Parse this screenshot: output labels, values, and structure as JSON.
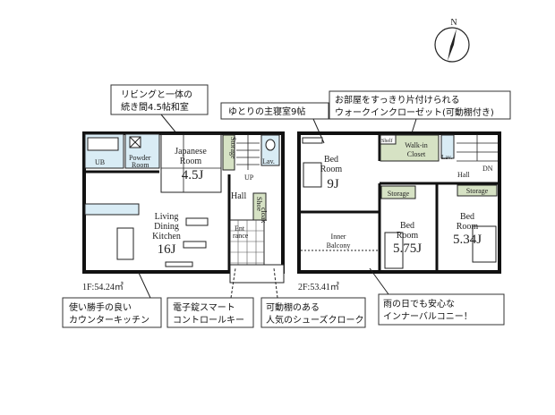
{
  "compass": {
    "label": "N"
  },
  "callouts": {
    "japanese_room": [
      "リビングと一体の",
      "続き間4.5帖和室"
    ],
    "master_bedroom": [
      "ゆとりの主寝室9帖"
    ],
    "walk_in_closet": [
      "お部屋をすっきり片付けられる",
      "ウォークインクローゼット(可動棚付き)"
    ],
    "kitchen": [
      "使い勝手の良い",
      "カウンターキッチン"
    ],
    "smart_key": [
      "電子錠スマート",
      "コントロールキー"
    ],
    "shoe_cloak": [
      "可動棚のある",
      "人気のシューズクローク"
    ],
    "balcony": [
      "雨の日でも安心な",
      "インナーバルコニー！"
    ]
  },
  "floor1": {
    "area": "1F:54.24㎡",
    "rooms": {
      "ub": "UB",
      "powder": [
        "Powder",
        "Room"
      ],
      "japanese": [
        "Japanese",
        "Room",
        "4.5J"
      ],
      "storage": "Storage",
      "lav": "Lav.",
      "up": "UP",
      "hall": "Hall",
      "shoe": [
        "Shoe",
        "cloak"
      ],
      "entrance": [
        "Ent",
        "rance"
      ],
      "ldk": [
        "Living",
        "Dining",
        "Kitchen",
        "16J"
      ]
    }
  },
  "floor2": {
    "area": "2F:53.41㎡",
    "rooms": {
      "bed1": [
        "Bed",
        "Room",
        "9J"
      ],
      "shelf": "Shelf",
      "wic": [
        "Walk-in",
        "Closet"
      ],
      "lav": "Lav.",
      "hall": "Hall",
      "dn": "DN",
      "storage1": "Storage",
      "storage2": "Storage",
      "bed2": [
        "Bed",
        "Room",
        "5.75J"
      ],
      "bed3": [
        "Bed",
        "Room",
        "5.34J"
      ],
      "balcony": [
        "Inner",
        "Balcony"
      ]
    }
  }
}
